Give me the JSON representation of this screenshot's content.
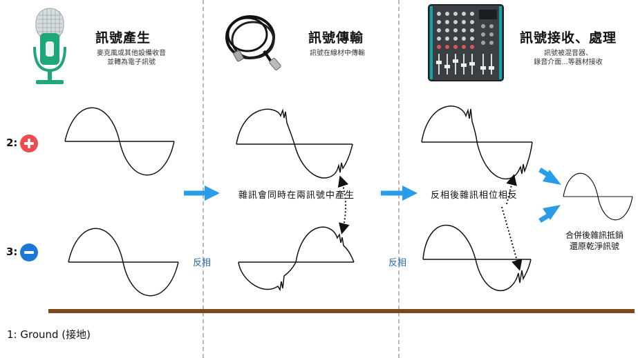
{
  "columns": [
    {
      "title": "訊號產生",
      "subtitle_lines": [
        "麥克風或其他設備收音",
        "並轉為電子訊號"
      ]
    },
    {
      "title": "訊號傳輸",
      "subtitle_lines": [
        "訊號在線材中傳輸"
      ]
    },
    {
      "title": "訊號接收、處理",
      "subtitle_lines": [
        "訊號被混音器、",
        "錄音介面...等器材接收"
      ]
    }
  ],
  "rows": [
    {
      "label": "2:",
      "polarity": "plus",
      "color": "#ef4b4b"
    },
    {
      "label": "3:",
      "polarity": "minus",
      "color": "#1a78d6"
    }
  ],
  "notes": {
    "noise_both": "雜訊會同時在兩訊號中產生",
    "invert_noise": "反相後雜訊相位相反",
    "invert_1": "反相",
    "invert_2": "反相",
    "merge_lines": [
      "合併後雜訊抵銷",
      "還原乾淨訊號"
    ]
  },
  "ground": {
    "label": "1: Ground (接地)",
    "color": "#7b4a1c"
  },
  "colors": {
    "arrow": "#2b9de8",
    "invert_text": "#1f6ab0"
  },
  "icons": [
    "microphone-icon",
    "xlr-cable-icon",
    "mixer-icon"
  ]
}
